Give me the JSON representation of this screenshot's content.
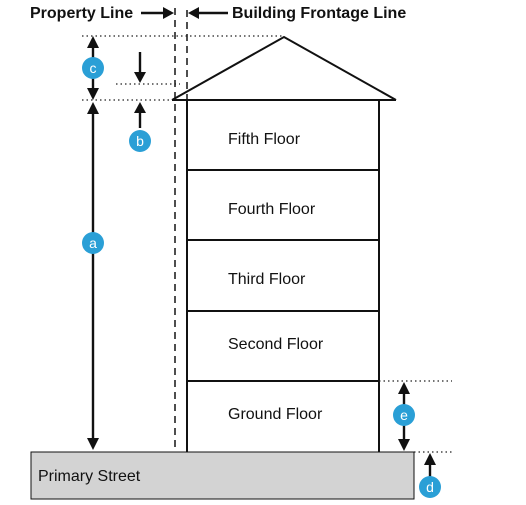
{
  "header": {
    "property_line_label": "Property Line",
    "frontage_line_label": "Building Frontage Line"
  },
  "floors": [
    "Fifth Floor",
    "Fourth Floor",
    "Third Floor",
    "Second Floor",
    "Ground Floor"
  ],
  "street": {
    "label": "Primary Street"
  },
  "markers": {
    "a": "a",
    "b": "b",
    "c": "c",
    "d": "d",
    "e": "e"
  },
  "colors": {
    "marker_fill": "#2a9fd6",
    "street_fill": "#d3d3d3",
    "line": "#111111"
  }
}
